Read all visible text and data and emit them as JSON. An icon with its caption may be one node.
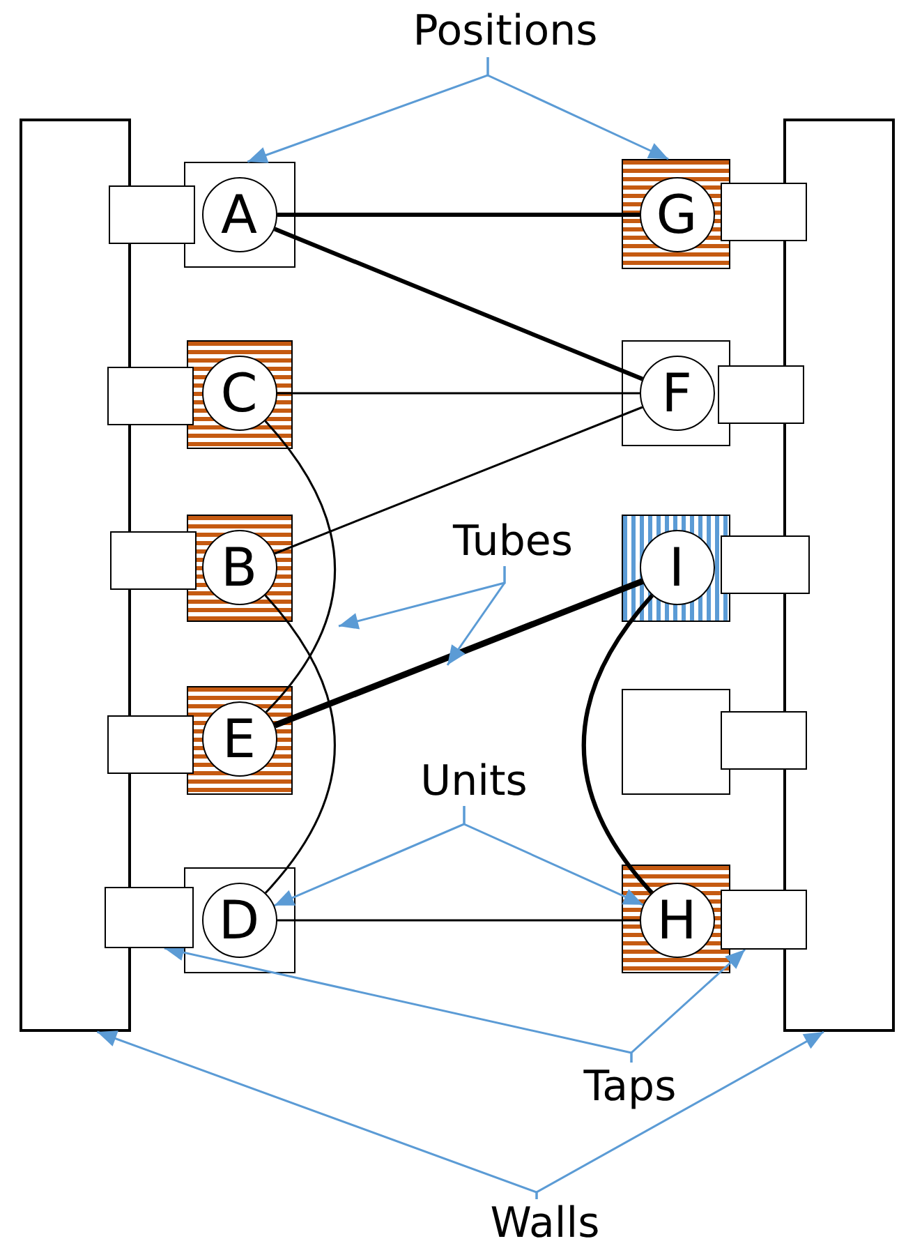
{
  "diagram": {
    "nodes": [
      {
        "text": [
          "Positions"
        ]
      },
      {
        "text": [],
        "shape": "box"
      },
      {
        "text": [],
        "shape": "box"
      },
      {
        "text": [],
        "shape": "box"
      },
      {
        "text": [
          "A"
        ],
        "in": 3
      },
      {
        "text": [],
        "shape": "box"
      },
      {
        "text": [
          "C"
        ],
        "in": 5
      },
      {
        "text": [],
        "shape": "box"
      },
      {
        "text": [
          "B"
        ],
        "in": 7
      },
      {
        "text": [],
        "shape": "box"
      },
      {
        "text": [
          "E"
        ],
        "in": 9
      },
      {
        "text": [],
        "shape": "box"
      },
      {
        "text": [
          "D"
        ],
        "in": 11
      },
      {
        "text": [],
        "shape": "box"
      },
      {
        "text": [
          "G"
        ],
        "in": 13
      },
      {
        "text": [],
        "shape": "box"
      },
      {
        "text": [
          "F"
        ],
        "in": 15
      },
      {
        "text": [],
        "shape": "box"
      },
      {
        "text": [
          "I"
        ],
        "in": 17
      },
      {
        "text": [],
        "shape": "box"
      },
      {
        "text": [],
        "shape": "box"
      },
      {
        "text": [
          "H"
        ],
        "in": 20
      },
      {
        "text": [],
        "shape": "box"
      },
      {
        "text": [],
        "shape": "box"
      },
      {
        "text": [],
        "shape": "box"
      },
      {
        "text": [],
        "shape": "box"
      },
      {
        "text": [],
        "shape": "box"
      },
      {
        "text": [],
        "shape": "box"
      },
      {
        "text": [],
        "shape": "box"
      },
      {
        "text": [],
        "shape": "box"
      },
      {
        "text": [],
        "shape": "box"
      },
      {
        "text": [],
        "shape": "box"
      },
      {
        "text": [
          "Tubes"
        ]
      },
      {
        "text": [
          "Units"
        ]
      },
      {
        "text": [
          "Taps"
        ]
      },
      {
        "text": [
          "Walls"
        ]
      }
    ],
    "edges": [
      {
        "from": 4,
        "to": 14,
        "arrow": "none",
        "style": "thick",
        "color": "#000000"
      },
      {
        "from": 4,
        "to": 16,
        "arrow": "none",
        "style": "thick",
        "color": "#000000"
      },
      {
        "from": 6,
        "to": 16,
        "arrow": "none",
        "color": "#000000"
      },
      {
        "from": 8,
        "to": 16,
        "arrow": "none",
        "color": "#000000"
      },
      {
        "from": 6,
        "to": 10,
        "arrow": "none",
        "color": "#000000"
      },
      {
        "from": 8,
        "to": 12,
        "arrow": "none",
        "color": "#000000"
      },
      {
        "from": 10,
        "to": 18,
        "arrow": "none",
        "style": "thick",
        "color": "#000000"
      },
      {
        "from": 18,
        "to": 21,
        "arrow": "none",
        "style": "thick",
        "color": "#000000"
      },
      {
        "from": 12,
        "to": 21,
        "arrow": "none",
        "color": "#000000"
      },
      {
        "from": 0,
        "to": 3,
        "arrow": "to",
        "color": "#5b9bd5"
      },
      {
        "from": 0,
        "to": 13,
        "arrow": "to",
        "color": "#5b9bd5"
      },
      {
        "from": 32,
        "to": null,
        "arrow": "to",
        "color": "#5b9bd5"
      },
      {
        "from": 32,
        "to": null,
        "arrow": "to",
        "color": "#5b9bd5"
      },
      {
        "from": 33,
        "to": 12,
        "arrow": "to",
        "color": "#5b9bd5"
      },
      {
        "from": 33,
        "to": 21,
        "arrow": "to",
        "color": "#5b9bd5"
      },
      {
        "from": 34,
        "to": 26,
        "arrow": "to",
        "color": "#5b9bd5"
      },
      {
        "from": 34,
        "to": 31,
        "arrow": "to",
        "color": "#5b9bd5"
      },
      {
        "from": 35,
        "to": 1,
        "arrow": "to",
        "color": "#5b9bd5"
      },
      {
        "from": 35,
        "to": 2,
        "arrow": "to",
        "color": "#5b9bd5"
      }
    ]
  }
}
